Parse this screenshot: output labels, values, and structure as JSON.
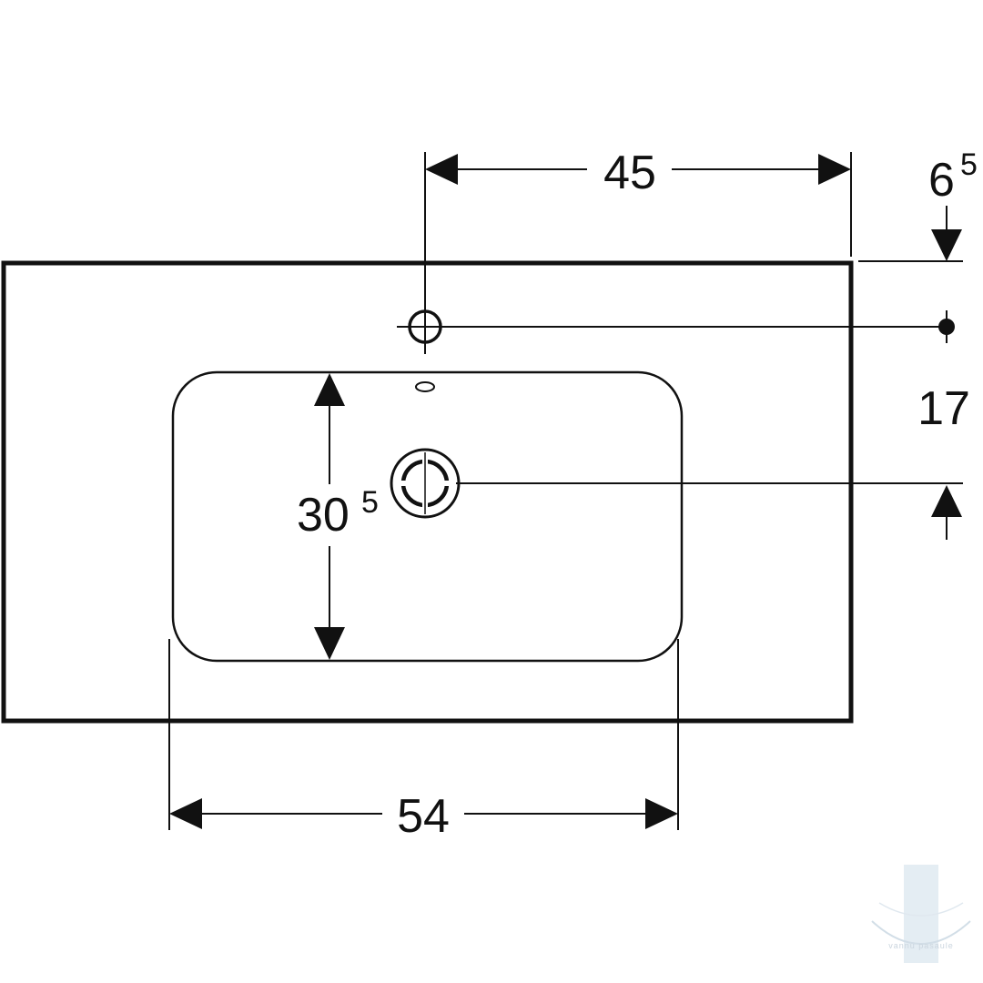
{
  "colors": {
    "line": "#111111",
    "watermark": "#c7d7e4"
  },
  "dimensions": {
    "faucet_offset": "45",
    "width": "54",
    "depth_main": "30",
    "depth_sup": "5",
    "top_offset_main": "6",
    "top_offset_sup": "5",
    "hole_distance": "17"
  },
  "watermark": {
    "text": "vannu pasaule"
  }
}
